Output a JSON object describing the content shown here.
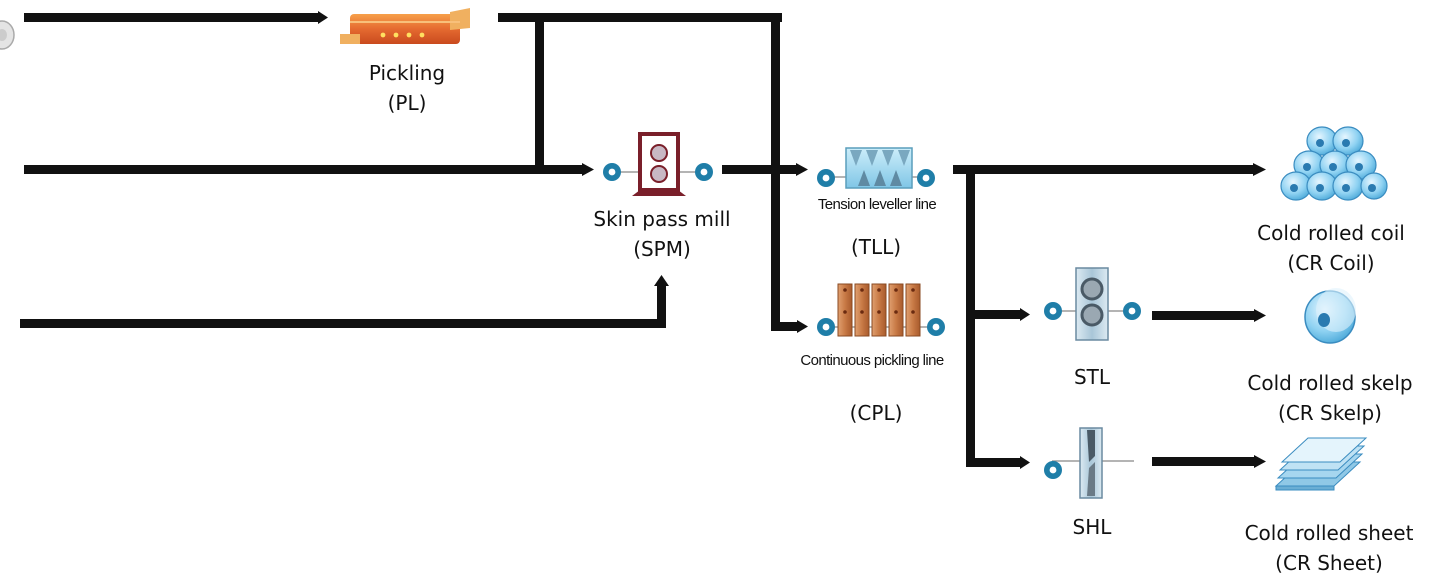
{
  "processes": {
    "pl": {
      "name": "Pickling",
      "code": "(PL)"
    },
    "spm": {
      "name": "Skin pass mill",
      "code": "(SPM)"
    },
    "tll": {
      "name": "Tension leveller line",
      "code": "(TLL)"
    },
    "cpl": {
      "name": "Continuous pickling line",
      "code": "(CPL)"
    },
    "stl": {
      "code": "STL"
    },
    "shl": {
      "code": "SHL"
    }
  },
  "products": {
    "coil": {
      "name": "Cold rolled coil",
      "code": "(CR Coil)"
    },
    "skelp": {
      "name": "Cold rolled skelp",
      "code": "(CR Skelp)"
    },
    "sheet": {
      "name": "Cold rolled sheet",
      "code": "(CR Sheet)"
    }
  },
  "colors": {
    "flow_line": "#111111",
    "roller": "#1f7ea8",
    "spm_frame": "#7a1f2a",
    "pickling": "#e8743a",
    "cpl_tank": "#b8683a",
    "product_blue": "#7ec8ee"
  }
}
